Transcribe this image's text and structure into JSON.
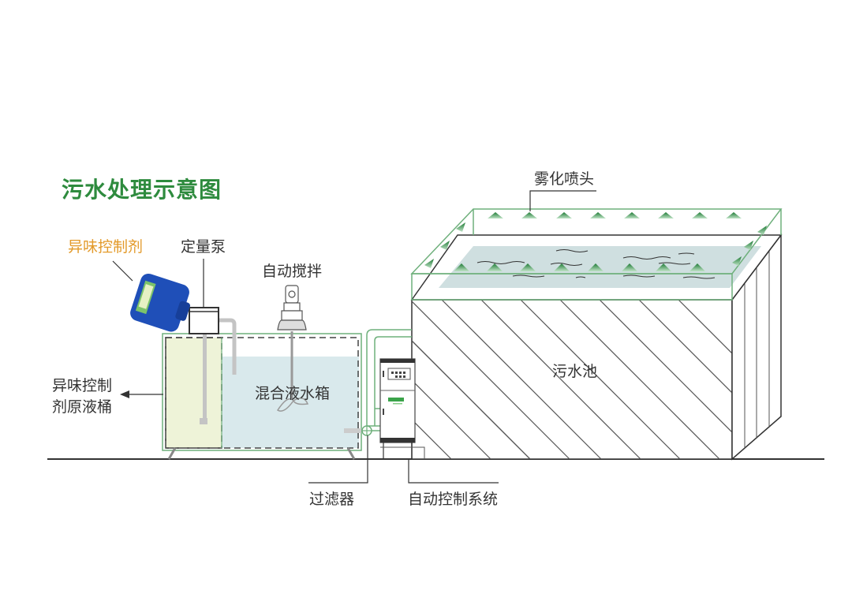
{
  "title": "污水处理示意图",
  "labels": {
    "deodorant": "异味控制剂",
    "metering_pump": "定量泵",
    "auto_mixer": "自动搅拌",
    "deodorant_tank": "异味控制\n剂原液桶",
    "mixing_tank": "混合液水箱",
    "atomizing_nozzle": "雾化喷头",
    "sewage_pool": "污水池",
    "filter": "过滤器",
    "auto_control_system": "自动控制系统"
  },
  "colors": {
    "title_green": "#2e8b3e",
    "frame_green": "#6fb07c",
    "deodorant_orange": "#e39a2a",
    "water_blue": "#cfe3e6",
    "liquid_yellow": "#eef3d8",
    "canister_blue": "#1f4fb8",
    "line_dark": "#333333"
  }
}
